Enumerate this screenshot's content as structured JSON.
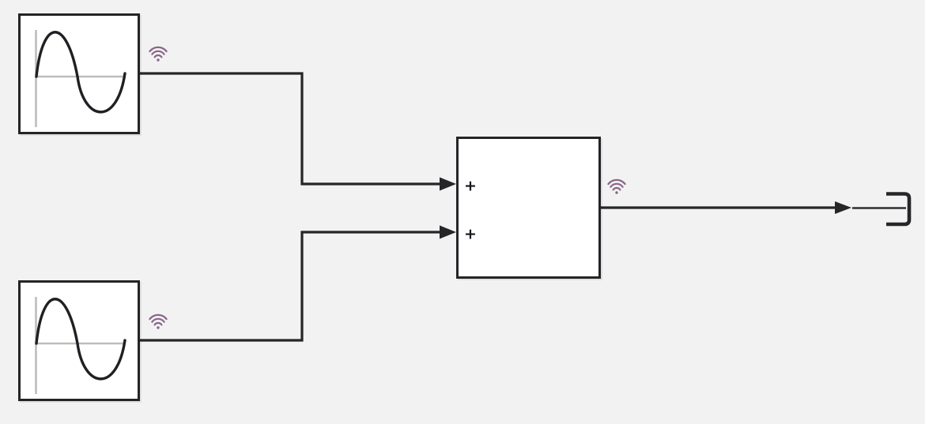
{
  "canvas": {
    "background_color": "#f2f2f2",
    "wire_color": "#262629",
    "block_fill": "#ffffff",
    "block_border_color": "#242428",
    "axis_color": "#bdbdbd"
  },
  "blocks": {
    "sine_source_top": {
      "icon": "sine-wave-icon"
    },
    "sine_source_bottom": {
      "icon": "sine-wave-icon"
    },
    "sum": {
      "input_port_labels": [
        "+",
        "+"
      ]
    },
    "terminator": {
      "icon": "terminator-bracket-icon"
    }
  },
  "badges": {
    "color": "#8a6589",
    "items": [
      {
        "icon": "signal-logging-wifi-icon",
        "attached_to": "sine_source_top_output"
      },
      {
        "icon": "signal-logging-wifi-icon",
        "attached_to": "sine_source_bottom_output"
      },
      {
        "icon": "signal-logging-wifi-icon",
        "attached_to": "sum_output"
      }
    ]
  },
  "connections": [
    {
      "from": "sine_source_top",
      "to": "sum_input_1"
    },
    {
      "from": "sine_source_bottom",
      "to": "sum_input_2"
    },
    {
      "from": "sum_output",
      "to": "terminator"
    }
  ]
}
